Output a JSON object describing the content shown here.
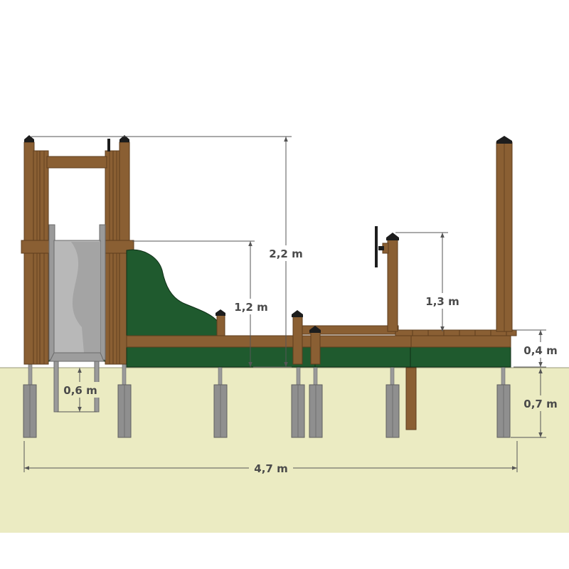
{
  "colors": {
    "ground": "#ebebc2",
    "wood": "#8a5f33",
    "wood_dark": "#5e3d1e",
    "panel_green": "#1f5a2e",
    "steel": "#8f8f8f",
    "steel_dark": "#5f5f5f",
    "slide": "#b8b8b8",
    "cap": "#1d1d1d",
    "dimension_line": "#555555",
    "label": "#4a4a4a"
  },
  "dimensions": {
    "total_height": "2,2 m",
    "platform_height": "1,2 m",
    "railing_height": "1,3 m",
    "deck_height": "0,4 m",
    "foundation_depth": "0,7 m",
    "ladder_clearance": "0,6 m",
    "overall_length": "4,7 m"
  }
}
